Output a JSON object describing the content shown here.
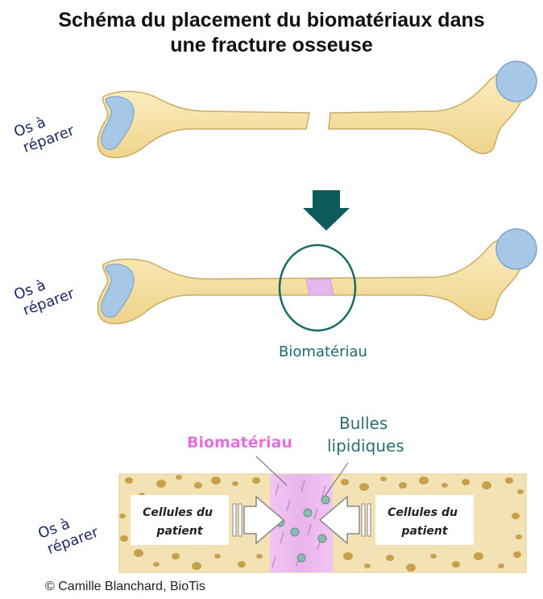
{
  "title": {
    "line1": "Schéma du placement du biomatériaux dans",
    "line2": "une fracture osseuse"
  },
  "labels": {
    "os_line1": "Os à",
    "os_line2": "réparer",
    "biomateriau": "Biomatériau",
    "bulles_line1": "Bulles",
    "bulles_line2": "lipidiques",
    "cellules_line1": "Cellules du",
    "cellules_line2": "patient"
  },
  "credit": "© Camille Blanchard, BioTis",
  "colors": {
    "bone_fill": "#f7e3a4",
    "bone_outline": "#c9ab66",
    "cartilage": "#a6c7e6",
    "arrow_down": "#0c5a5c",
    "circle": "#176b66",
    "biomaterial": "#e6b7ee",
    "bubble": "#8cbab0",
    "porous_band": "#f3e2b4",
    "pore": "#b88a2a"
  }
}
